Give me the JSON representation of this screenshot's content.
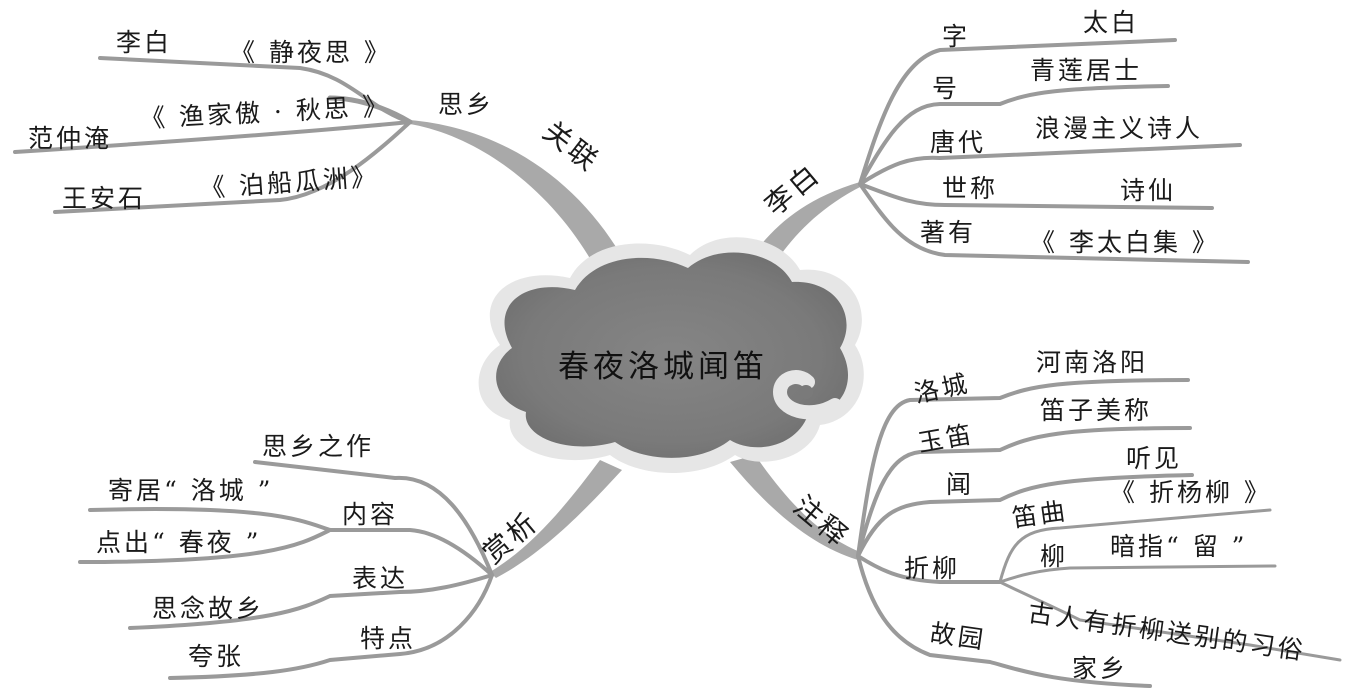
{
  "center": {
    "title": "春夜洛城闻笛"
  },
  "branches": {
    "libai": {
      "label": "李白",
      "items": [
        {
          "key": "字",
          "value": "太白"
        },
        {
          "key": "号",
          "value": "青莲居士"
        },
        {
          "key": "唐代",
          "value": "浪漫主义诗人"
        },
        {
          "key": "世称",
          "value": "诗仙"
        },
        {
          "key": "著有",
          "value": "《 李太白集 》"
        }
      ]
    },
    "guanlian": {
      "label": "关联",
      "sub": "思乡",
      "items": [
        {
          "author": "李白",
          "work": "《 静夜思 》"
        },
        {
          "author": "范仲淹",
          "work": "《 渔家傲 · 秋思 》"
        },
        {
          "author": "王安石",
          "work": "《 泊船瓜洲》"
        }
      ]
    },
    "shangxi": {
      "label": "赏析",
      "zuo": "思乡之作",
      "neirong": {
        "label": "内容",
        "items": [
          "寄居“ 洛城 ”",
          "点出“ 春夜 ”"
        ]
      },
      "biaoda": {
        "label": "表达",
        "value": "思念故乡"
      },
      "tedian": {
        "label": "特点",
        "value": "夸张"
      }
    },
    "zhushi": {
      "label": "注释",
      "items": [
        {
          "key": "洛城",
          "value": "河南洛阳"
        },
        {
          "key": "玉笛",
          "value": "笛子美称"
        },
        {
          "key": "闻",
          "value": "听见"
        }
      ],
      "zheliu": {
        "label": "折柳",
        "dique": {
          "key": "笛曲",
          "value": "《 折杨柳 》"
        },
        "liu": {
          "key": "柳",
          "value": "暗指“ 留 ”"
        },
        "custom": "古人有折柳送别的习俗"
      },
      "guyuan": {
        "key": "故园",
        "value": "家乡"
      }
    }
  }
}
